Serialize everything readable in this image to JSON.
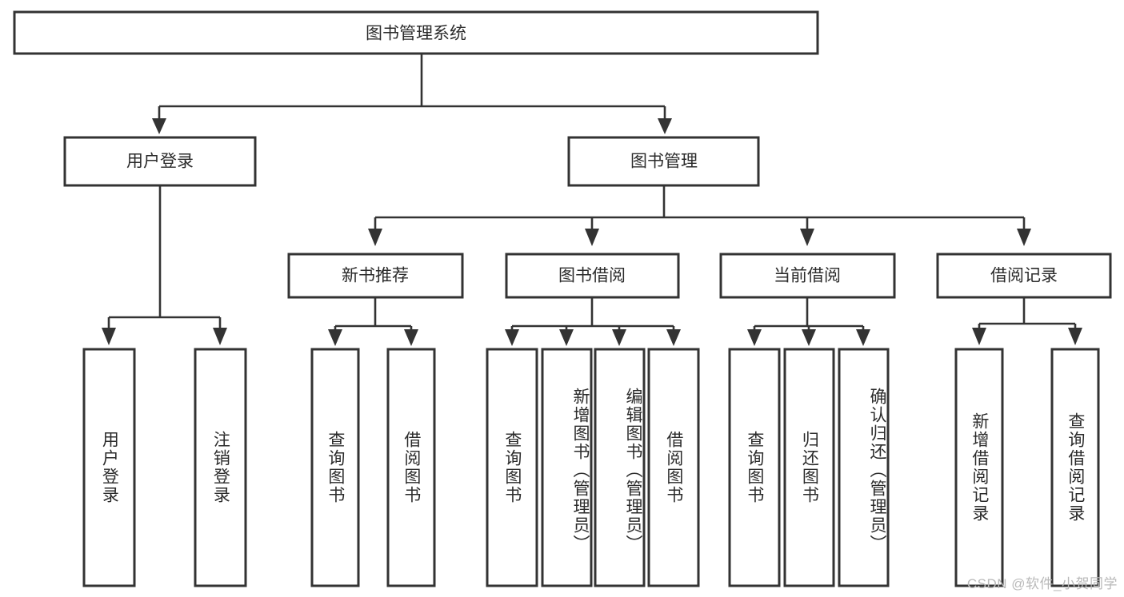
{
  "diagram": {
    "title": "图书管理系统",
    "type": "tree-hierarchy",
    "watermark": "CSDN @软件_小贺同学",
    "colors": {
      "box_stroke": "#333333",
      "box_fill": "#ffffff",
      "connector": "#333333",
      "text": "#2b2b2b",
      "watermark": "#b9b9b9",
      "background": "#ffffff"
    },
    "root": {
      "label": "图书管理系统"
    },
    "level1": [
      {
        "label": "用户登录"
      },
      {
        "label": "图书管理"
      }
    ],
    "level2": [
      {
        "label": "新书推荐"
      },
      {
        "label": "图书借阅"
      },
      {
        "label": "当前借阅"
      },
      {
        "label": "借阅记录"
      }
    ],
    "leaves": {
      "user_login": [
        {
          "label": "用户登录"
        },
        {
          "label": "注销登录"
        }
      ],
      "new_book_recommend": [
        {
          "label": "查询图书"
        },
        {
          "label": "借阅图书"
        }
      ],
      "book_borrow": [
        {
          "label": "查询图书"
        },
        {
          "label": "新增图书（管理员）"
        },
        {
          "label": "编辑图书（管理员）"
        },
        {
          "label": "借阅图书"
        }
      ],
      "current_borrow": [
        {
          "label": "查询图书"
        },
        {
          "label": "归还图书"
        },
        {
          "label": "确认归还（管理员）"
        }
      ],
      "borrow_record": [
        {
          "label": "新增借阅记录"
        },
        {
          "label": "查询借阅记录"
        }
      ]
    }
  }
}
